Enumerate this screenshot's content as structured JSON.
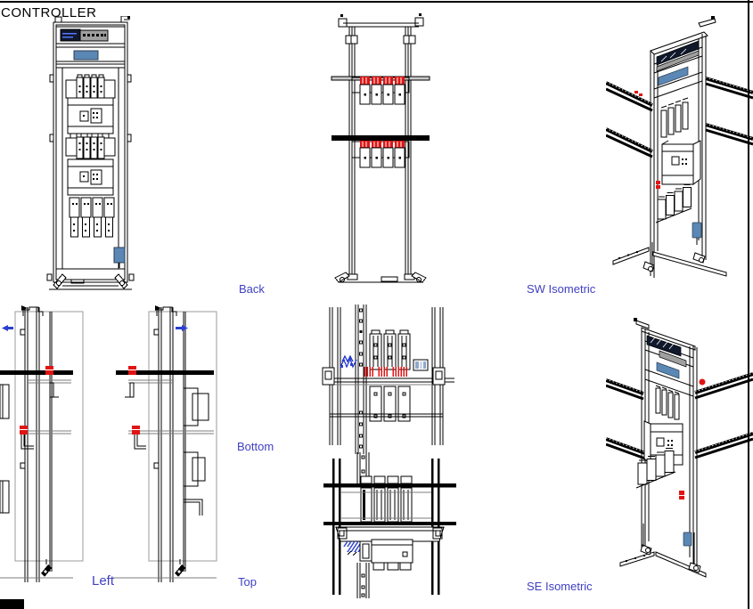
{
  "drawing": {
    "title": "CONTROLLER",
    "views": [
      {
        "id": "front",
        "label": ""
      },
      {
        "id": "back",
        "label": "Back"
      },
      {
        "id": "sw-isometric",
        "label": "SW Isometric"
      },
      {
        "id": "left",
        "label": "Left"
      },
      {
        "id": "bottom",
        "label": "Bottom"
      },
      {
        "id": "top",
        "label": "Top"
      },
      {
        "id": "se-isometric",
        "label": "SE Isometric"
      }
    ]
  },
  "colors": {
    "background": "#ffffff",
    "label": "#4040c4",
    "line": "#000000",
    "accent_red": "#e01414",
    "accent_blue": "#5b87b5",
    "display_dark": "#10182c",
    "display_dots": "#5577ff",
    "panel_gray": "#9f9f9f",
    "rail_gray": "#7d7d7d",
    "wire_blue": "#2b3fd0"
  }
}
